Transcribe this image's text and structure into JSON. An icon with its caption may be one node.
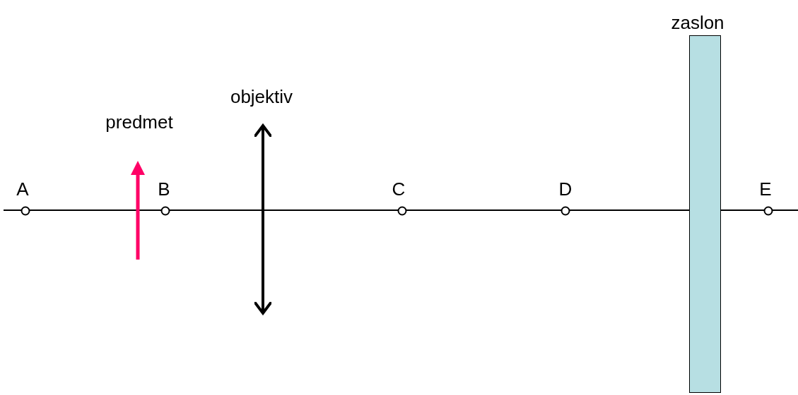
{
  "diagram": {
    "nodes": [
      {
        "text": [
          "zaslon"
        ]
      }
    ],
    "edges": [],
    "labels": [
      "objektiv",
      "predmet",
      "A",
      "B",
      "C",
      "D",
      "E"
    ]
  }
}
